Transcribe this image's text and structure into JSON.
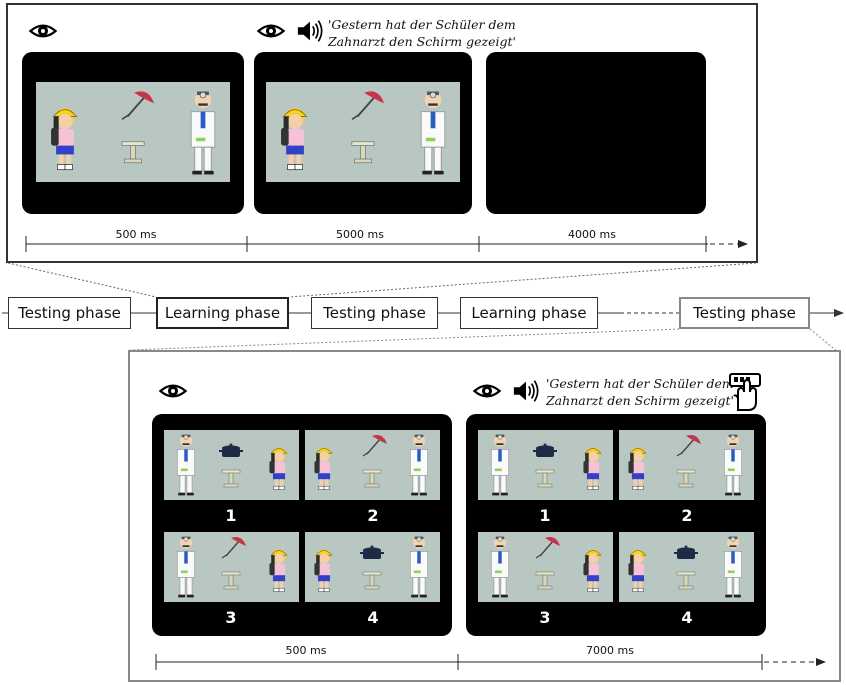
{
  "top": {
    "caption_line1": "'Gestern hat der Schüler dem",
    "caption_line2": "Zahnarzt den Schirm gezeigt'",
    "durations": [
      "500 ms",
      "5000 ms",
      "4000 ms"
    ]
  },
  "phases": [
    "Testing phase",
    "Learning phase",
    "Testing phase",
    "Learning phase",
    "Testing phase"
  ],
  "bottom": {
    "caption_line1": "'Gestern hat der Schüler dem",
    "caption_line2": "Zahnarzt den Schirm gezeigt'",
    "numbers": [
      "1",
      "2",
      "3",
      "4"
    ],
    "durations": [
      "500 ms",
      "7000 ms"
    ]
  },
  "icons": [
    "eye-icon",
    "speaker-icon",
    "hand-touch-icon"
  ]
}
